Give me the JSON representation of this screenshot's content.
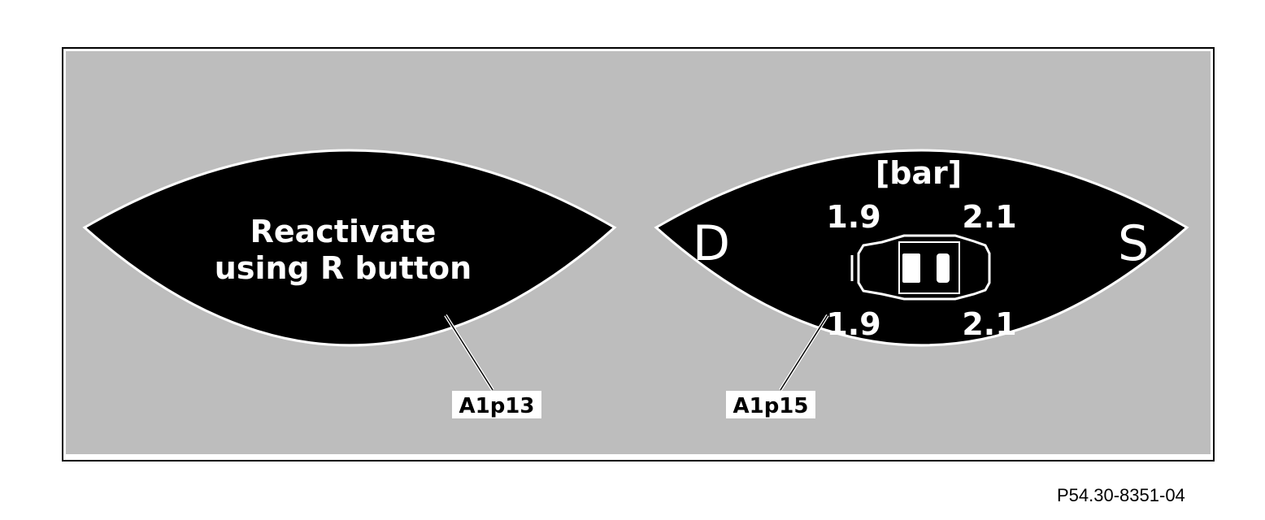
{
  "left_display": {
    "message_line_1": "Reactivate",
    "message_line_2": "using R button",
    "callout": "A1p13"
  },
  "right_display": {
    "unit": "[bar]",
    "gear_left": "D",
    "gear_right": "S",
    "pressure_front_left": "1.9",
    "pressure_front_right": "2.1",
    "pressure_rear_left": "1.9",
    "pressure_rear_right": "2.1",
    "callout": "A1p15"
  },
  "figure_reference": "P54.30-8351-04",
  "colors": {
    "panel_background": "#bdbdbd",
    "display_background": "#000000",
    "display_text": "#ffffff",
    "frame": "#000000"
  }
}
